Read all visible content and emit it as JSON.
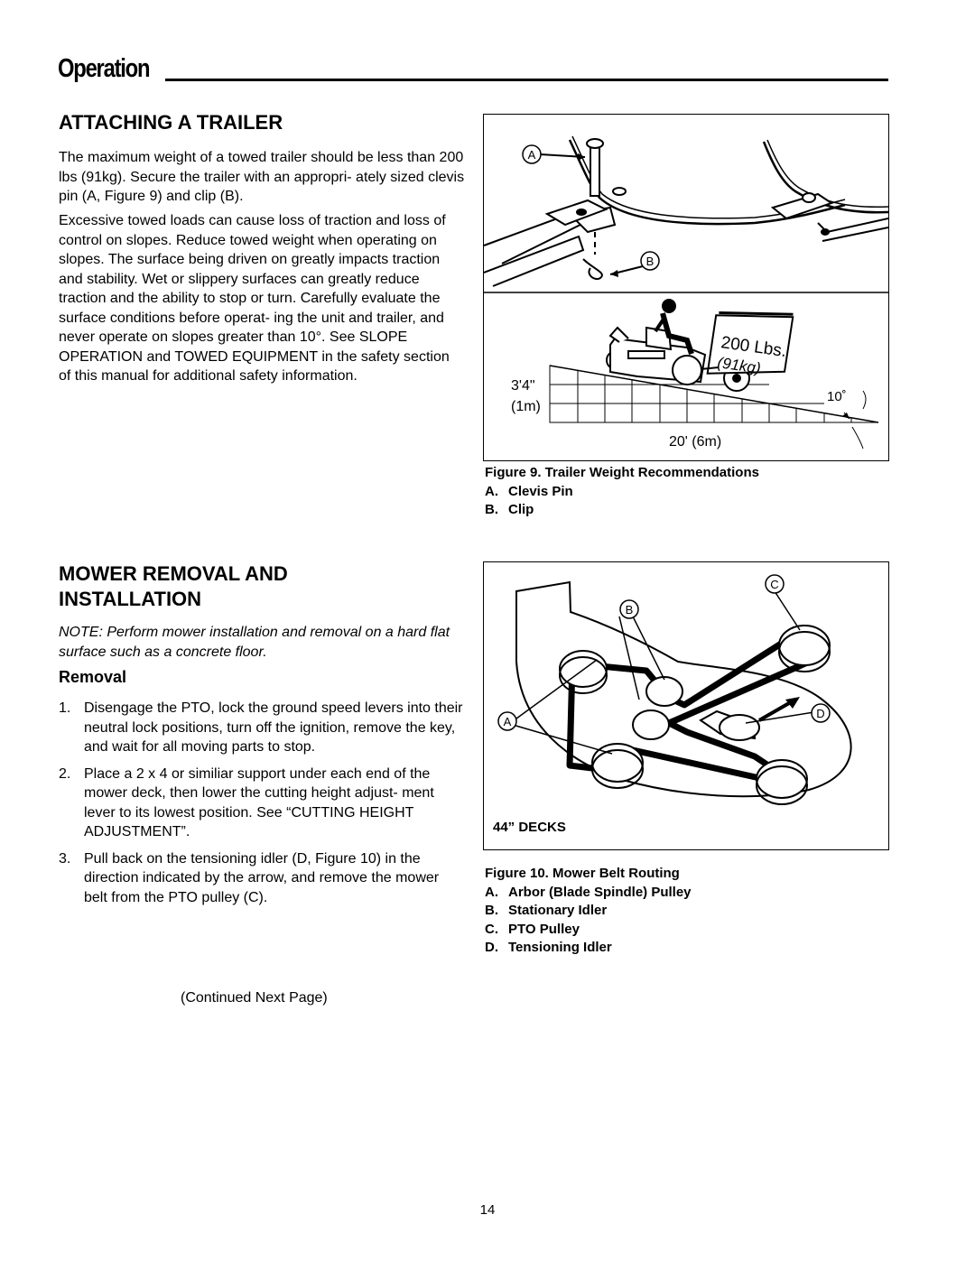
{
  "header": {
    "title": "Operation"
  },
  "sections": {
    "trailer": {
      "heading": "ATTACHING A TRAILER",
      "paragraphs": [
        "The maximum weight of a towed trailer should be less than 200 lbs (91kg). Secure the trailer with an appropri- ately sized clevis pin (A, Figure 9) and clip (B).",
        "Excessive towed loads can cause loss of traction and loss of control on slopes. Reduce towed weight when operating on slopes. The surface being driven on greatly impacts traction and stability. Wet or slippery surfaces can greatly reduce traction and the ability to stop or turn. Carefully evaluate the surface conditions before operat- ing the unit and trailer, and never operate on slopes greater than 10°. See SLOPE OPERATION and TOWED EQUIPMENT in the safety section of this manual for additional safety information."
      ]
    },
    "mower": {
      "heading_line1": "MOWER REMOVAL AND",
      "heading_line2": "INSTALLATION",
      "note": "NOTE: Perform mower installation and removal on a hard flat surface such as a concrete floor.",
      "subheading": "Removal",
      "steps": [
        {
          "num": "1.",
          "text": "Disengage the PTO, lock the ground speed levers into their neutral lock positions, turn off the ignition, remove the key, and wait for all moving parts to stop."
        },
        {
          "num": "2.",
          "text": "Place a 2 x 4 or similiar support under each end of the mower deck, then lower the cutting height adjust- ment lever to its lowest position. See “CUTTING HEIGHT ADJUSTMENT”."
        },
        {
          "num": "3.",
          "text": "Pull back on the tensioning idler (D, Figure 10) in the direction indicated by the arrow, and remove the mower belt from the PTO pulley (C)."
        }
      ],
      "continued": "(Continued Next Page)"
    }
  },
  "figure9": {
    "callouts": {
      "a": "A",
      "b": "B"
    },
    "weight_line1": "200 Lbs.",
    "weight_line2": "(91kg)",
    "height_ft": "3'4\"",
    "height_m": "(1m)",
    "angle": "10˚",
    "length": "20' (6m)",
    "caption_title": "Figure 9. Trailer Weight Recommendations",
    "caption_items": [
      {
        "letter": "A.",
        "text": "Clevis Pin"
      },
      {
        "letter": "B.",
        "text": "Clip"
      }
    ]
  },
  "figure10": {
    "callouts": {
      "a": "A",
      "b": "B",
      "c": "C",
      "d": "D"
    },
    "deck_label": "44” DECKS",
    "caption_title": "Figure 10. Mower Belt Routing",
    "caption_items": [
      {
        "letter": "A.",
        "text": "Arbor (Blade Spindle) Pulley"
      },
      {
        "letter": "B.",
        "text": "Stationary Idler"
      },
      {
        "letter": "C.",
        "text": "PTO Pulley"
      },
      {
        "letter": "D.",
        "text": "Tensioning Idler"
      }
    ]
  },
  "page_number": "14"
}
